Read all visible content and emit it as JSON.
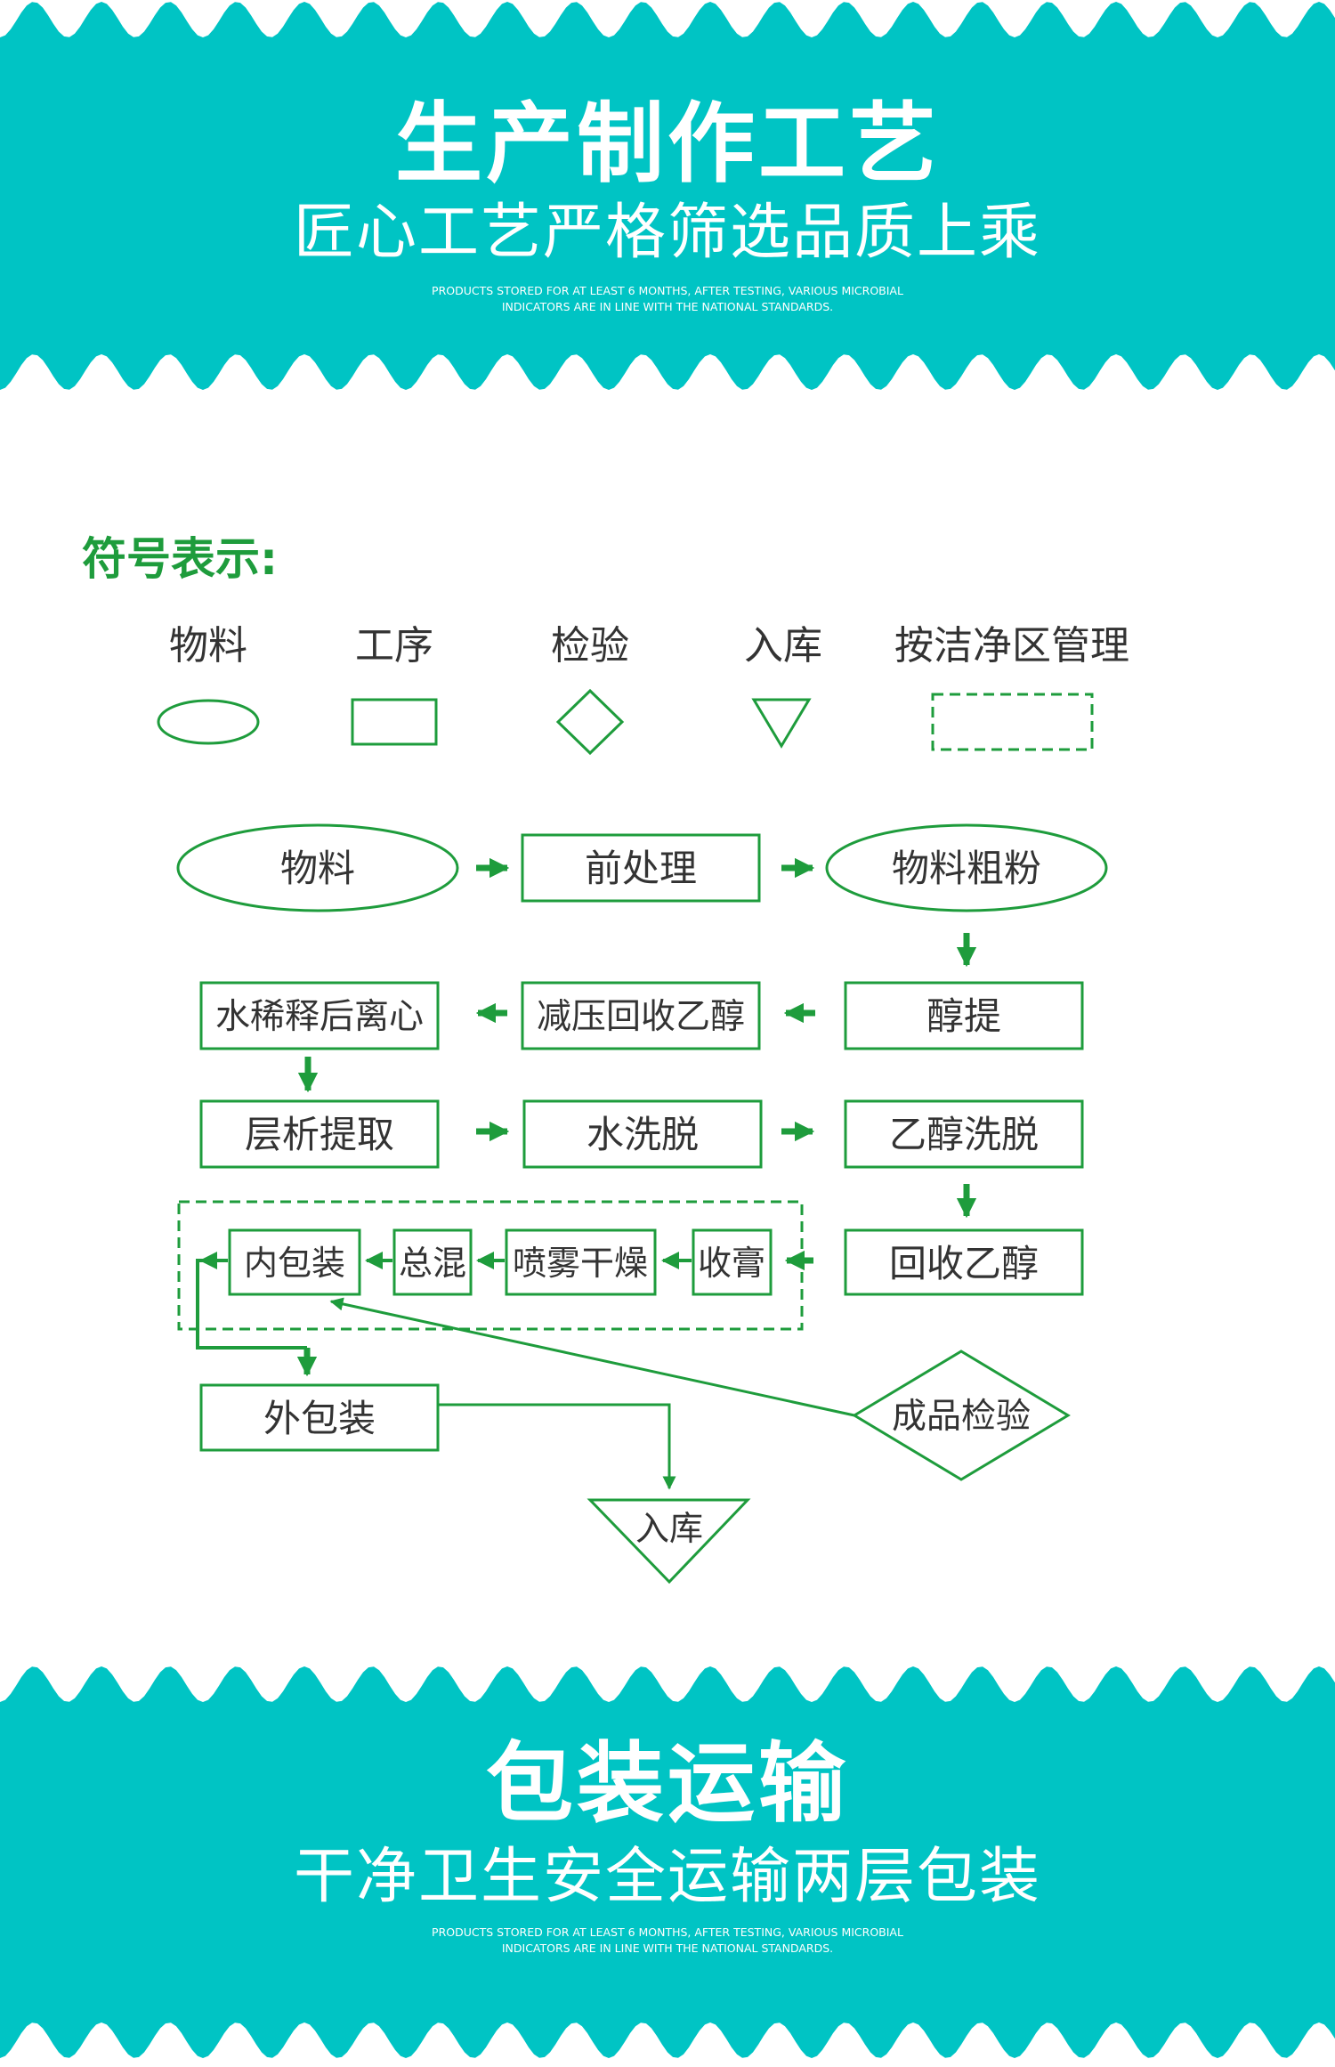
{
  "colors": {
    "teal": "#00c4c4",
    "green": "#1e9c3c",
    "text": "#333333",
    "white": "#ffffff"
  },
  "top_banner": {
    "title": "生产制作工艺",
    "subtitle": "匠心工艺严格筛选品质上乘",
    "note_line1": "PRODUCTS STORED FOR AT LEAST 6 MONTHS, AFTER TESTING, VARIOUS MICROBIAL",
    "note_line2": "INDICATORS ARE IN LINE WITH THE NATIONAL STANDARDS."
  },
  "legend": {
    "heading": "符号表示:",
    "items": [
      {
        "label": "物料",
        "shape": "ellipse"
      },
      {
        "label": "工序",
        "shape": "rectangle"
      },
      {
        "label": "检验",
        "shape": "diamond"
      },
      {
        "label": "入库",
        "shape": "triangle"
      },
      {
        "label": "按洁净区管理",
        "shape": "dashed-rectangle"
      }
    ]
  },
  "flow": {
    "nodes": {
      "material": "物料",
      "pretreatment": "前处理",
      "coarse_powder": "物料粗粉",
      "alcohol_extraction": "醇提",
      "recover_ethanol_reduced_pressure": "减压回收乙醇",
      "water_dilution_centrifuge": "水稀释后离心",
      "chromatography": "层析提取",
      "water_elution": "水洗脱",
      "ethanol_elution": "乙醇洗脱",
      "recover_ethanol": "回收乙醇",
      "concentrate": "收膏",
      "spray_dry": "喷雾干燥",
      "mixing": "总混",
      "inner_packaging": "内包装",
      "outer_packaging": "外包装",
      "inspection": "成品检验",
      "warehouse": "入库"
    }
  },
  "bottom_banner": {
    "title": "包装运输",
    "subtitle": "干净卫生安全运输两层包装",
    "note_line1": "PRODUCTS STORED FOR AT LEAST 6 MONTHS, AFTER TESTING, VARIOUS MICROBIAL",
    "note_line2": "INDICATORS ARE IN LINE WITH THE NATIONAL STANDARDS."
  }
}
